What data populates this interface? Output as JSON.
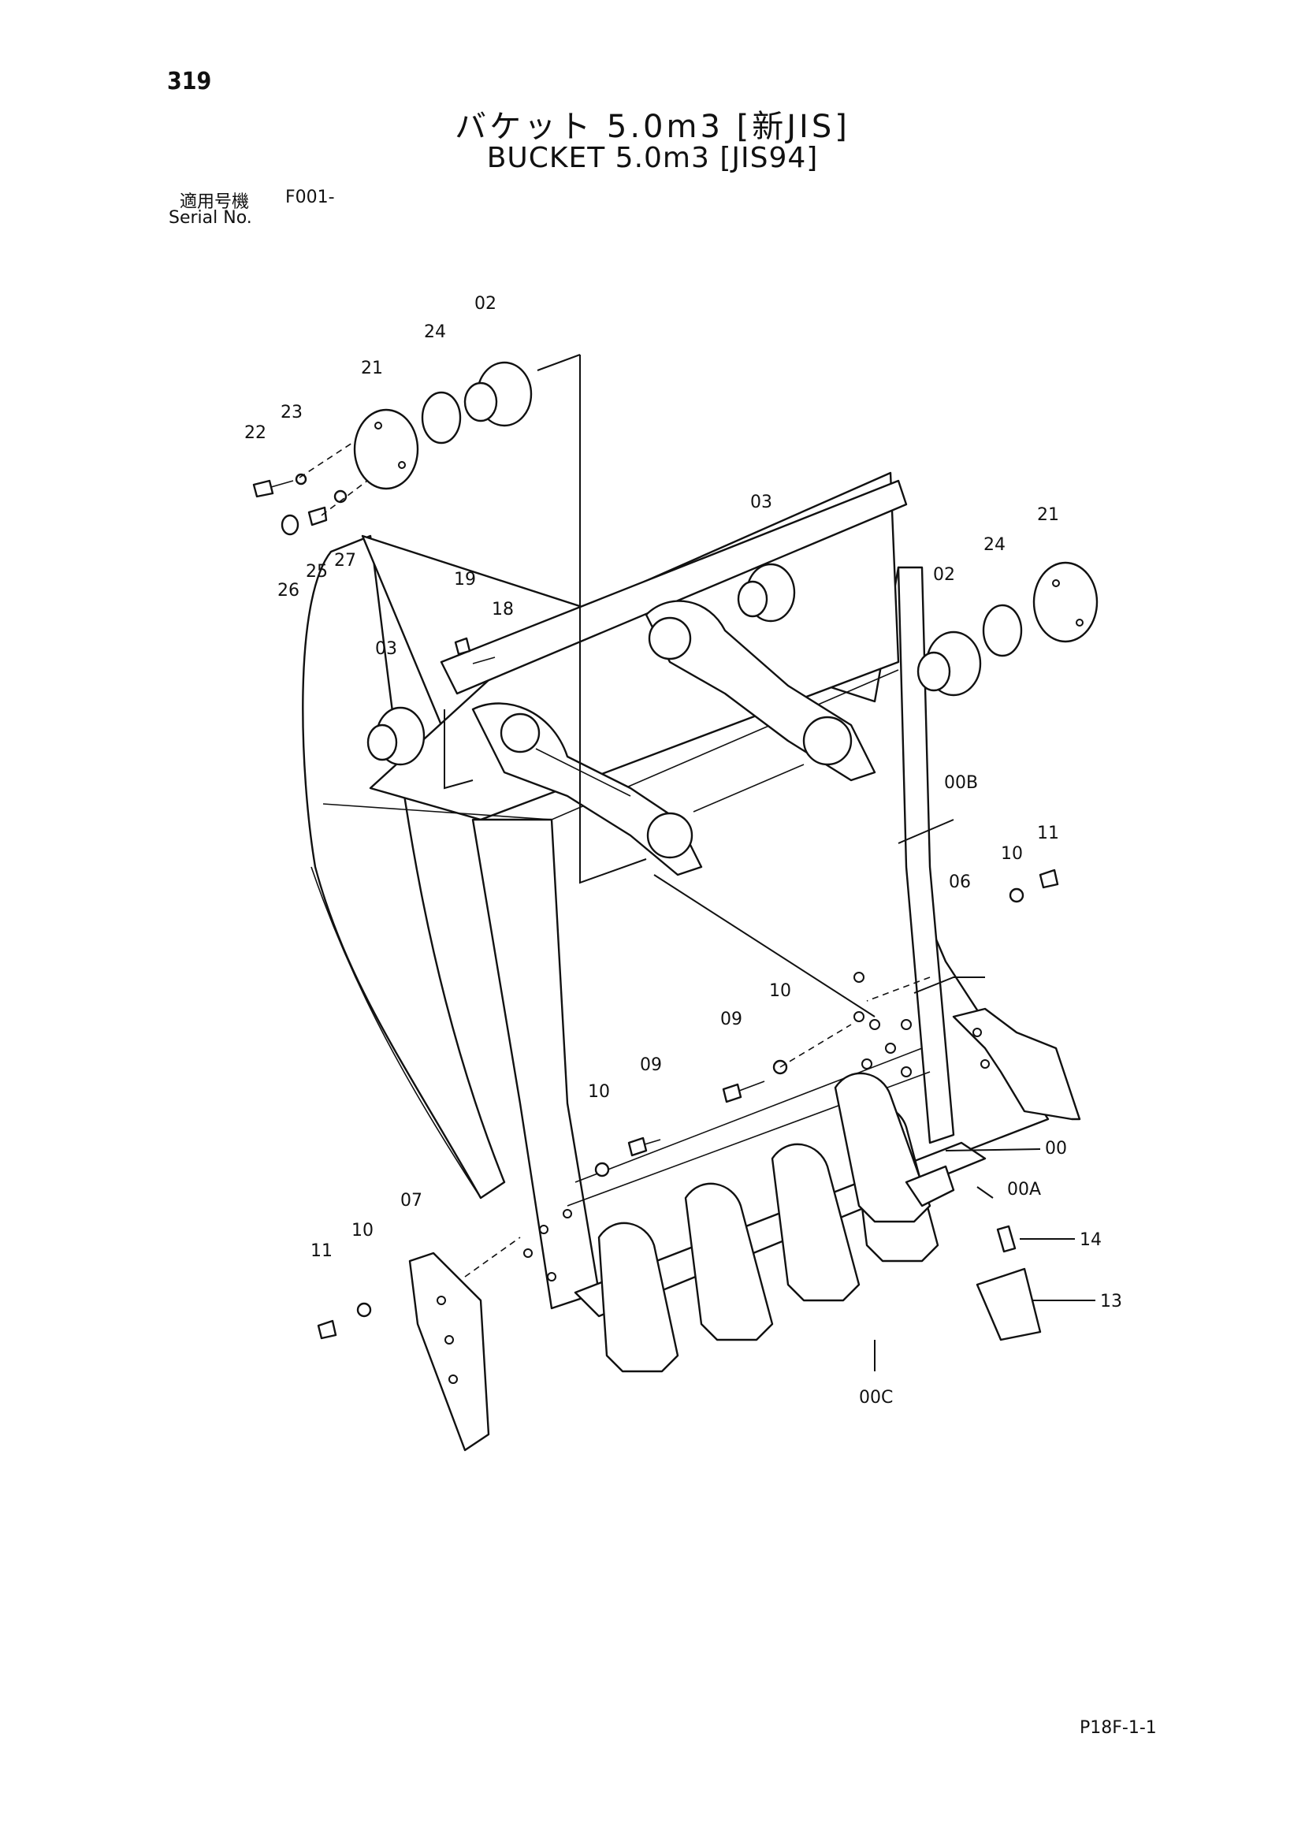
{
  "page_number": "319",
  "title_jp": "バケット 5.0m3 [新JIS]",
  "title_en": "BUCKET 5.0m3 [JIS94]",
  "serial": {
    "label_jp": "適用号機",
    "value": "F001-",
    "label_en": "Serial No."
  },
  "page_code": "P18F-1-1",
  "callouts": {
    "c02a": "02",
    "c24a": "24",
    "c21a": "21",
    "c23": "23",
    "c22": "22",
    "c25": "25",
    "c26": "26",
    "c27": "27",
    "c03a": "03",
    "c03b": "03",
    "c21b": "21",
    "c24b": "24",
    "c02b": "02",
    "c19": "19",
    "c18": "18",
    "c00B": "00B",
    "c11a": "11",
    "c10a": "10",
    "c06": "06",
    "c10b": "10",
    "c09a": "09",
    "c09b": "09",
    "c10c": "10",
    "c00": "00",
    "c00A": "00A",
    "c14": "14",
    "c13": "13",
    "c00C": "00C",
    "c07": "07",
    "c10d": "10",
    "c11b": "11"
  }
}
